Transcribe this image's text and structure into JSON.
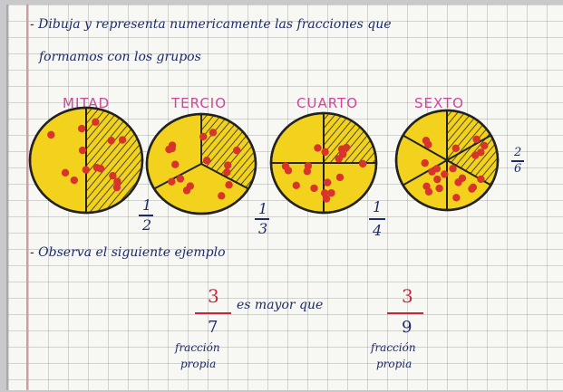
{
  "instructions": {
    "line1": "- Dibuja y representa numericamente las fracciones que",
    "line2": "formamos con los grupos"
  },
  "pies": [
    {
      "title": "MITAD",
      "fraction": {
        "num": "1",
        "den": "2"
      },
      "parts": 2,
      "shaded": 1
    },
    {
      "title": "TERCIO",
      "fraction": {
        "num": "1",
        "den": "3"
      },
      "parts": 3,
      "shaded": 1
    },
    {
      "title": "CUARTO",
      "fraction": {
        "num": "1",
        "den": "4"
      },
      "parts": 4,
      "shaded": 1
    },
    {
      "title": "SEXTO",
      "fraction": {
        "num": "2",
        "den": "6"
      },
      "parts": 6,
      "shaded": 2
    }
  ],
  "observe": "- Observa el siguiente ejemplo",
  "comparison": {
    "left": {
      "num": "3",
      "den": "7",
      "label1": "fracción",
      "label2": "propia"
    },
    "text": "es mayor que",
    "right": {
      "num": "3",
      "den": "9",
      "label1": "fracción",
      "label2": "propia"
    }
  },
  "colors": {
    "pizza": "#f2d21c",
    "topping": "#d9342b",
    "ink": "#1c2a6a",
    "title": "#d0459a"
  }
}
